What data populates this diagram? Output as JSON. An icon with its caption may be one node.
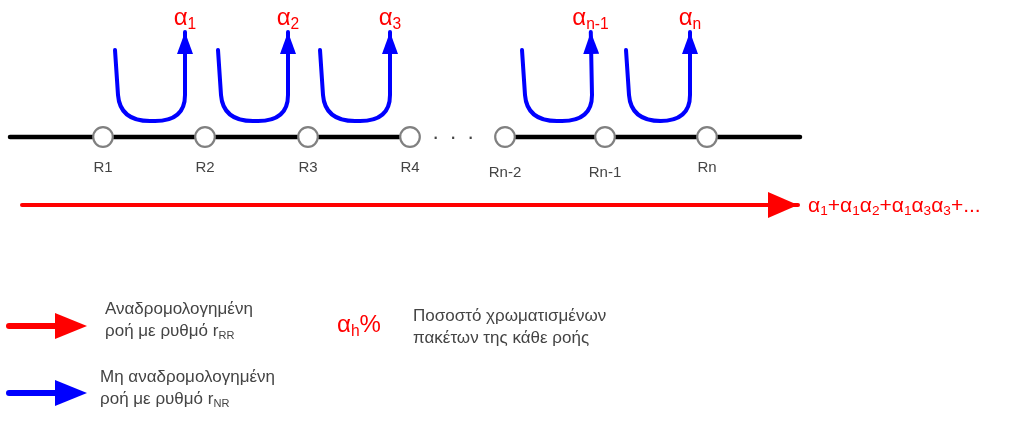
{
  "diagram": {
    "nodes": [
      {
        "text": [
          "α$_{1}$"
        ]
      },
      {
        "text": [
          "α$_{2}$"
        ]
      },
      {
        "text": [
          "α$_{3}$"
        ]
      },
      {
        "text": [
          "α$_{n-1}$"
        ]
      },
      {
        "text": [
          "α$_{n}$"
        ]
      },
      {
        "text": [],
        "shape": "circle",
        "beside": [
          "R1"
        ]
      },
      {
        "text": [],
        "shape": "circle",
        "beside": [
          "R2"
        ]
      },
      {
        "text": [],
        "shape": "circle",
        "beside": [
          "R3"
        ]
      },
      {
        "text": [],
        "shape": "circle",
        "beside": [
          "R4"
        ]
      },
      {
        "text": [],
        "shape": "circle",
        "beside": [
          "Rn-2"
        ]
      },
      {
        "text": [],
        "shape": "circle",
        "beside": [
          "Rn-1"
        ]
      },
      {
        "text": [],
        "shape": "circle",
        "beside": [
          "Rn"
        ]
      },
      {
        "text": [
          "α$_{1}$+α$_{1}$α$_{2}$+α$_{1}$α$_{3}$α$_{3}$+..."
        ]
      }
    ],
    "edges": [
      {
        "from": null,
        "to": 0,
        "arrow": "to",
        "color": "#0000ff"
      },
      {
        "from": null,
        "to": 1,
        "arrow": "to",
        "color": "#0000ff"
      },
      {
        "from": null,
        "to": 2,
        "arrow": "to",
        "color": "#0000ff"
      },
      {
        "from": null,
        "to": 3,
        "arrow": "to",
        "color": "#0000ff"
      },
      {
        "from": null,
        "to": 4,
        "arrow": "to",
        "color": "#0000ff"
      },
      {
        "from": null,
        "to": 5,
        "arrow": "none"
      },
      {
        "from": 5,
        "to": 6,
        "arrow": "none"
      },
      {
        "from": 6,
        "to": 7,
        "arrow": "none"
      },
      {
        "from": 7,
        "to": 8,
        "arrow": "none"
      },
      {
        "from": 9,
        "to": 10,
        "arrow": "none"
      },
      {
        "from": 10,
        "to": 11,
        "arrow": "none"
      },
      {
        "from": 11,
        "to": null,
        "arrow": "none"
      },
      {
        "from": null,
        "to": 12,
        "arrow": "to",
        "color": "#ff0000"
      }
    ],
    "labels": [
      "· · ·",
      "α$_{h}$%",
      "Ποσοστό χρωματισμένων πακέτων της κάθε ροής"
    ],
    "legend": [
      {
        "text": "Αναδρομολογημένη ροή με ρυθμό r$_{RR}$",
        "color": "#ff0000"
      },
      {
        "text": "Μη αναδρομολογημένη ροή με ρυθμό r$_{NR}$",
        "color": "#0000ff"
      }
    ]
  }
}
